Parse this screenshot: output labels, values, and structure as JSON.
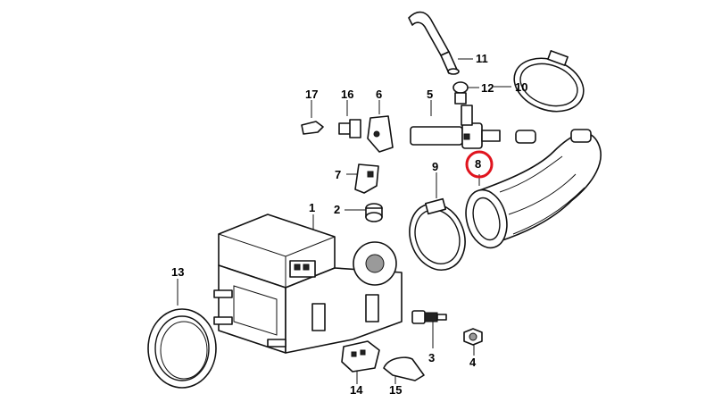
{
  "diagram": {
    "labels": [
      "1",
      "2",
      "3",
      "4",
      "5",
      "6",
      "7",
      "8",
      "9",
      "10",
      "11",
      "12",
      "13",
      "14",
      "15",
      "16",
      "17"
    ],
    "highlighted_label": "8",
    "highlight_color": "#e0141e"
  }
}
